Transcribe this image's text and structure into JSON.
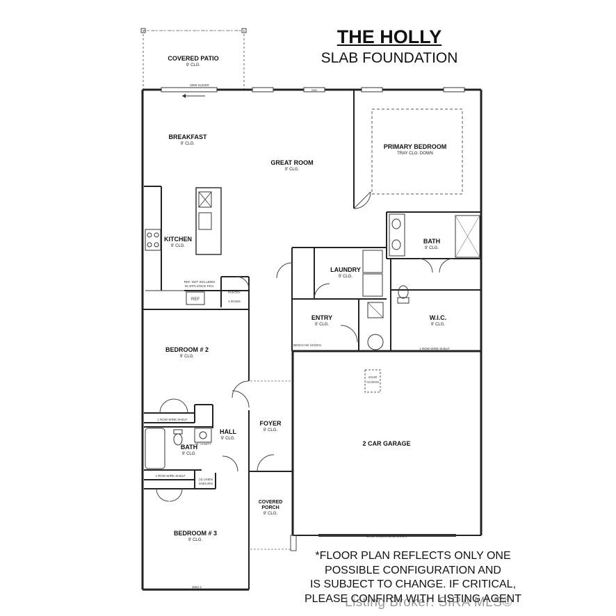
{
  "title": "THE HOLLY",
  "subtitle": "SLAB FOUNDATION",
  "disclaimer": [
    "*FLOOR PLAN REFLECTS ONLY ONE",
    "POSSIBLE CONFIGURATION AND",
    "IS SUBJECT TO CHANGE. IF CRITICAL,",
    "PLEASE CONFIRM WITH LISTING AGENT"
  ],
  "watermark": "Listing Broker: SIRA MLS©",
  "rooms": {
    "covered_patio": {
      "name": "COVERED PATIO",
      "clg": "9' CLG."
    },
    "breakfast": {
      "name": "BREAKFAST",
      "clg": "9' CLG."
    },
    "great_room": {
      "name": "GREAT ROOM",
      "clg": "9' CLG."
    },
    "primary_bedroom": {
      "name": "PRIMARY BEDROOM",
      "clg": "TRAY CLG. DOWN"
    },
    "kitchen": {
      "name": "KITCHEN",
      "clg": "9' CLG."
    },
    "primary_bath": {
      "name": "BATH",
      "clg": "9' CLG."
    },
    "laundry": {
      "name": "LAUNDRY",
      "clg": "9' CLG."
    },
    "entry": {
      "name": "ENTRY",
      "clg": "9' CLG."
    },
    "wic": {
      "name": "W.I.C.",
      "clg": "9' CLG."
    },
    "bedroom2": {
      "name": "BEDROOM # 2",
      "clg": "9' CLG."
    },
    "garage": {
      "name": "2 CAR GARAGE",
      "clg": ""
    },
    "hall": {
      "name": "HALL",
      "clg": "9' CLG."
    },
    "hall_bath": {
      "name": "BATH",
      "clg": "9' CLG."
    },
    "foyer": {
      "name": "FOYER",
      "clg": "9' CLG."
    },
    "covered_porch": {
      "name": "COVERED",
      "name2": "PORCH",
      "clg": "9' CLG."
    },
    "bedroom3": {
      "name": "BEDROOM # 3",
      "clg": "9' CLG."
    }
  },
  "notes": {
    "slider": "6068 SLIDER",
    "ref_line1": "REF. NOT INCLUDED",
    "ref_line2": "IN APPLIANCE PKG.",
    "ref": "REF",
    "pantry": "PANTRY",
    "four_rows": "4 ROWS",
    "wire_shelf": "1 ROW WIRE SHELF",
    "bench": "BENCH W/ HOOKS",
    "wire_shelf_wic": "1 ROW WIRE SHELF",
    "wire_shelf_bed2": "1 ROW WIRE SHELF",
    "wire_shelf_hall": "1 ROW WIRE SHELF",
    "linen_shelves": "(4) LINEN SHELVES",
    "linen_shelves_hall": "(4) LINEN",
    "linen_shelves_hall2": "SHELVES",
    "vanity": "30\" VANITY",
    "overhead_door": "16'x8' OVERHEAD DOOR",
    "attic_line1": "22x30",
    "attic_line2": "ACCESS",
    "window_3052": "3052",
    "window_3052_2": "3052-2"
  }
}
